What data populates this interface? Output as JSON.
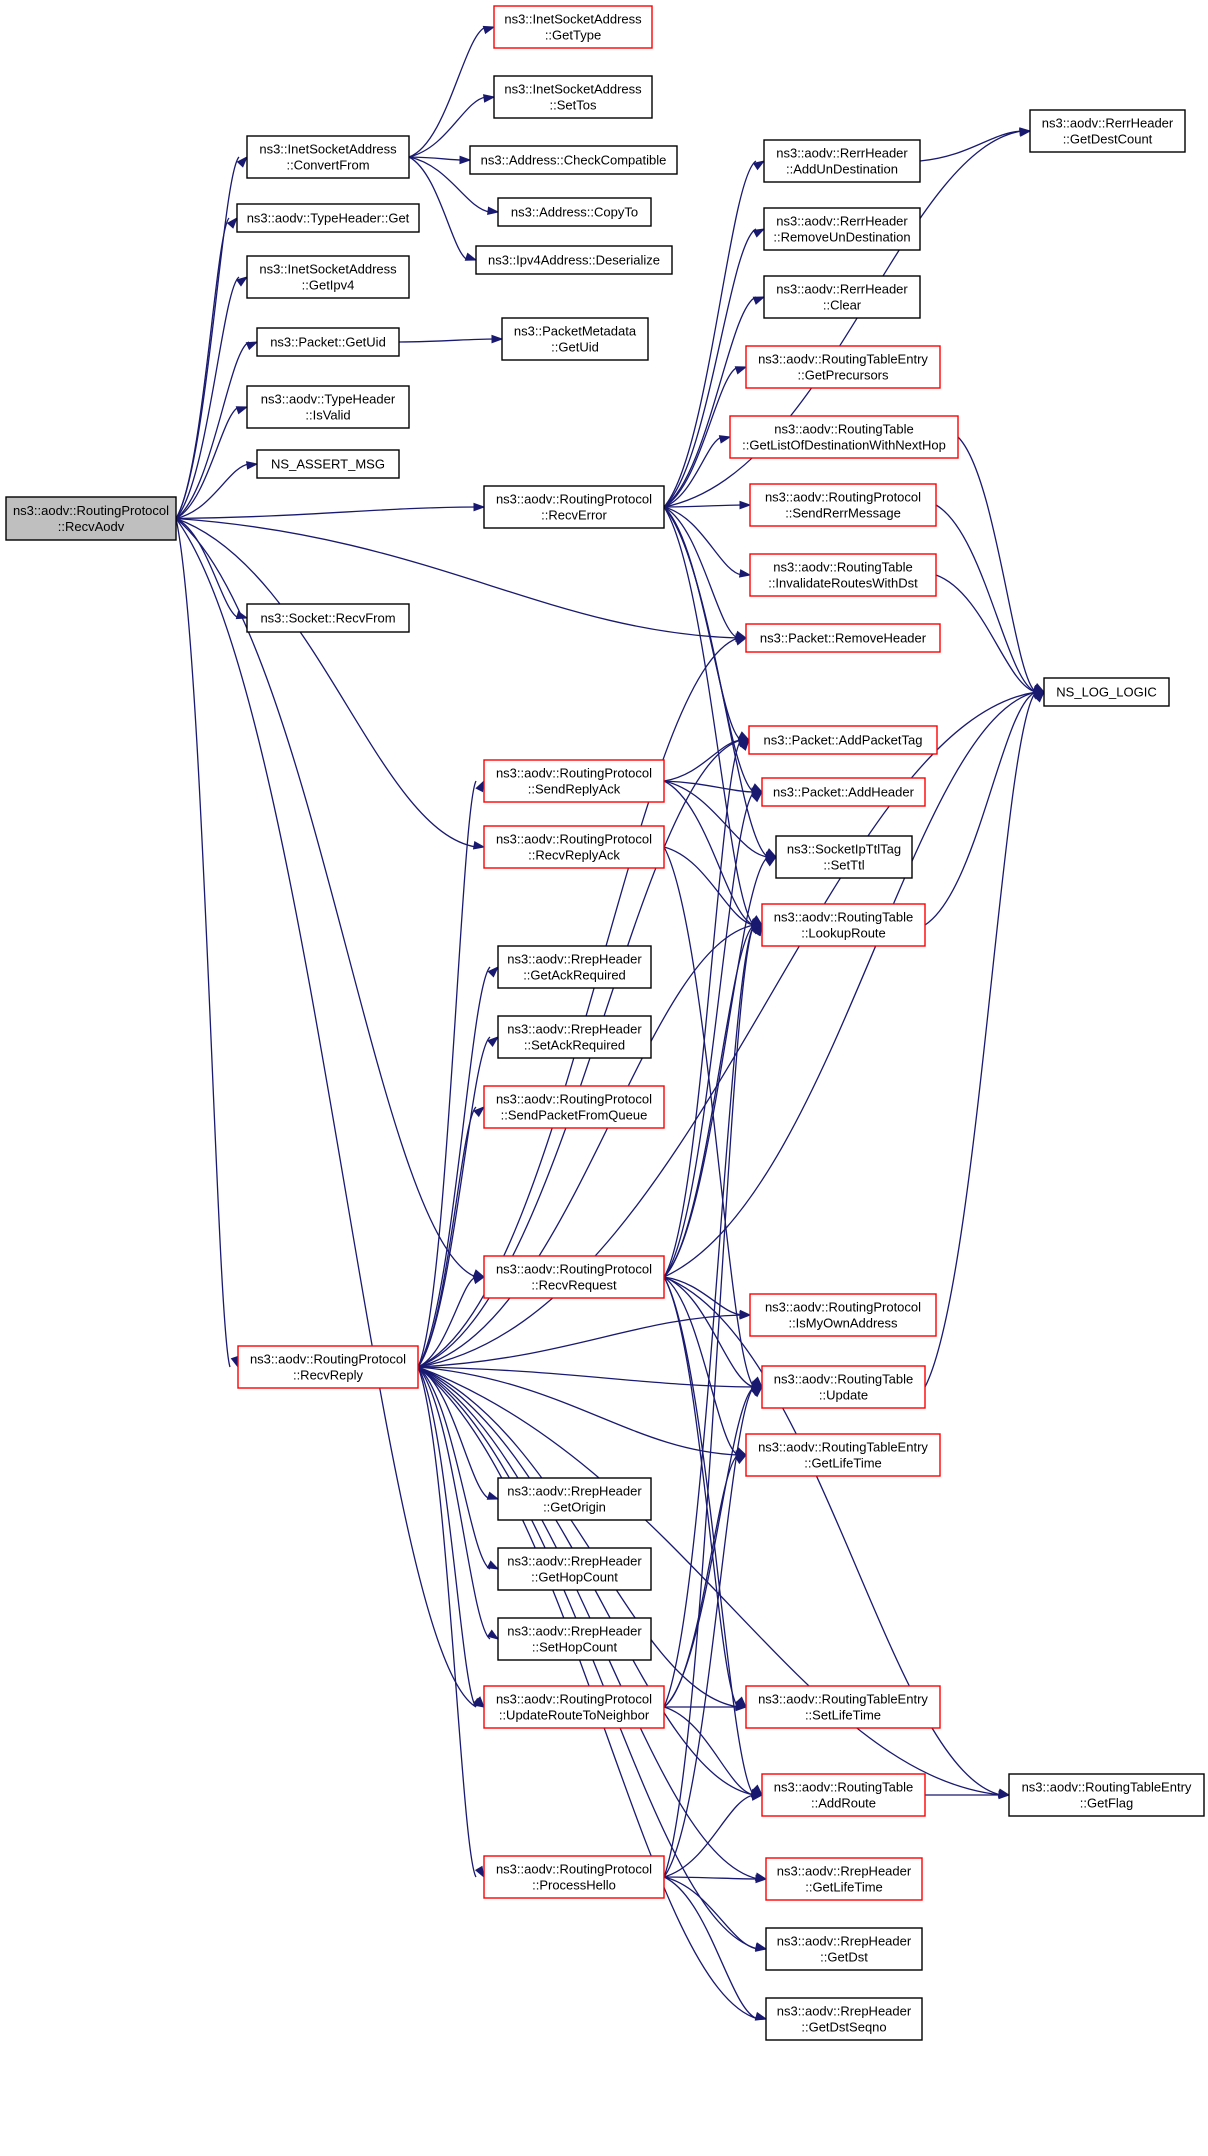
{
  "colors": {
    "edge": "#191970",
    "border_normal": "#000000",
    "border_truncated": "#ff0000",
    "fill_root": "#bfbfbf",
    "fill_normal": "#ffffff"
  },
  "nodes": [
    {
      "id": "recvaodv",
      "lines": [
        "ns3::aodv::RoutingProtocol",
        "::RecvAodv"
      ],
      "style": "root"
    },
    {
      "id": "convertfrom",
      "lines": [
        "ns3::InetSocketAddress",
        "::ConvertFrom"
      ],
      "style": "normal"
    },
    {
      "id": "gettype",
      "lines": [
        "ns3::InetSocketAddress",
        "::GetType"
      ],
      "style": "truncated"
    },
    {
      "id": "settos",
      "lines": [
        "ns3::InetSocketAddress",
        "::SetTos"
      ],
      "style": "normal"
    },
    {
      "id": "checkcompat",
      "lines": [
        "ns3::Address::CheckCompatible"
      ],
      "style": "normal"
    },
    {
      "id": "copyto",
      "lines": [
        "ns3::Address::CopyTo"
      ],
      "style": "normal"
    },
    {
      "id": "deserialize",
      "lines": [
        "ns3::Ipv4Address::Deserialize"
      ],
      "style": "normal"
    },
    {
      "id": "typeheaderget",
      "lines": [
        "ns3::aodv::TypeHeader::Get"
      ],
      "style": "normal"
    },
    {
      "id": "getipv4",
      "lines": [
        "ns3::InetSocketAddress",
        "::GetIpv4"
      ],
      "style": "normal"
    },
    {
      "id": "packetgetuid",
      "lines": [
        "ns3::Packet::GetUid"
      ],
      "style": "normal"
    },
    {
      "id": "metagetuid",
      "lines": [
        "ns3::PacketMetadata",
        "::GetUid"
      ],
      "style": "normal"
    },
    {
      "id": "isvalid",
      "lines": [
        "ns3::aodv::TypeHeader",
        "::IsValid"
      ],
      "style": "normal"
    },
    {
      "id": "nsassert",
      "lines": [
        "NS_ASSERT_MSG"
      ],
      "style": "normal"
    },
    {
      "id": "socketrecvfrom",
      "lines": [
        "ns3::Socket::RecvFrom"
      ],
      "style": "normal"
    },
    {
      "id": "recverror",
      "lines": [
        "ns3::aodv::RoutingProtocol",
        "::RecvError"
      ],
      "style": "normal"
    },
    {
      "id": "addundest",
      "lines": [
        "ns3::aodv::RerrHeader",
        "::AddUnDestination"
      ],
      "style": "normal"
    },
    {
      "id": "getdestcount",
      "lines": [
        "ns3::aodv::RerrHeader",
        "::GetDestCount"
      ],
      "style": "normal"
    },
    {
      "id": "removeundest",
      "lines": [
        "ns3::aodv::RerrHeader",
        "::RemoveUnDestination"
      ],
      "style": "normal"
    },
    {
      "id": "rerrclear",
      "lines": [
        "ns3::aodv::RerrHeader",
        "::Clear"
      ],
      "style": "normal"
    },
    {
      "id": "getprecursors",
      "lines": [
        "ns3::aodv::RoutingTableEntry",
        "::GetPrecursors"
      ],
      "style": "truncated"
    },
    {
      "id": "getlistdest",
      "lines": [
        "ns3::aodv::RoutingTable",
        "::GetListOfDestinationWithNextHop"
      ],
      "style": "truncated"
    },
    {
      "id": "sendrerr",
      "lines": [
        "ns3::aodv::RoutingProtocol",
        "::SendRerrMessage"
      ],
      "style": "truncated"
    },
    {
      "id": "invalidate",
      "lines": [
        "ns3::aodv::RoutingTable",
        "::InvalidateRoutesWithDst"
      ],
      "style": "truncated"
    },
    {
      "id": "removeheader",
      "lines": [
        "ns3::Packet::RemoveHeader"
      ],
      "style": "truncated"
    },
    {
      "id": "nslog",
      "lines": [
        "NS_LOG_LOGIC"
      ],
      "style": "normal"
    },
    {
      "id": "addpackettag",
      "lines": [
        "ns3::Packet::AddPacketTag"
      ],
      "style": "truncated"
    },
    {
      "id": "sendreplyack",
      "lines": [
        "ns3::aodv::RoutingProtocol",
        "::SendReplyAck"
      ],
      "style": "truncated"
    },
    {
      "id": "addheader",
      "lines": [
        "ns3::Packet::AddHeader"
      ],
      "style": "truncated"
    },
    {
      "id": "recvreplyack",
      "lines": [
        "ns3::aodv::RoutingProtocol",
        "::RecvReplyAck"
      ],
      "style": "truncated"
    },
    {
      "id": "setttl",
      "lines": [
        "ns3::SocketIpTtlTag",
        "::SetTtl"
      ],
      "style": "normal"
    },
    {
      "id": "lookuproute",
      "lines": [
        "ns3::aodv::RoutingTable",
        "::LookupRoute"
      ],
      "style": "truncated"
    },
    {
      "id": "getackreq",
      "lines": [
        "ns3::aodv::RrepHeader",
        "::GetAckRequired"
      ],
      "style": "normal"
    },
    {
      "id": "setackreq",
      "lines": [
        "ns3::aodv::RrepHeader",
        "::SetAckRequired"
      ],
      "style": "normal"
    },
    {
      "id": "sendpktqueue",
      "lines": [
        "ns3::aodv::RoutingProtocol",
        "::SendPacketFromQueue"
      ],
      "style": "truncated"
    },
    {
      "id": "recvrequest",
      "lines": [
        "ns3::aodv::RoutingProtocol",
        "::RecvRequest"
      ],
      "style": "truncated"
    },
    {
      "id": "recvreply",
      "lines": [
        "ns3::aodv::RoutingProtocol",
        "::RecvReply"
      ],
      "style": "truncated"
    },
    {
      "id": "ismyown",
      "lines": [
        "ns3::aodv::RoutingProtocol",
        "::IsMyOwnAddress"
      ],
      "style": "truncated"
    },
    {
      "id": "rtupdate",
      "lines": [
        "ns3::aodv::RoutingTable",
        "::Update"
      ],
      "style": "truncated"
    },
    {
      "id": "getlifetime",
      "lines": [
        "ns3::aodv::RoutingTableEntry",
        "::GetLifeTime"
      ],
      "style": "truncated"
    },
    {
      "id": "getorigin",
      "lines": [
        "ns3::aodv::RrepHeader",
        "::GetOrigin"
      ],
      "style": "normal"
    },
    {
      "id": "gethopcount",
      "lines": [
        "ns3::aodv::RrepHeader",
        "::GetHopCount"
      ],
      "style": "normal"
    },
    {
      "id": "sethopcount",
      "lines": [
        "ns3::aodv::RrepHeader",
        "::SetHopCount"
      ],
      "style": "normal"
    },
    {
      "id": "updateneighbor",
      "lines": [
        "ns3::aodv::RoutingProtocol",
        "::UpdateRouteToNeighbor"
      ],
      "style": "truncated"
    },
    {
      "id": "setlifetime",
      "lines": [
        "ns3::aodv::RoutingTableEntry",
        "::SetLifeTime"
      ],
      "style": "truncated"
    },
    {
      "id": "addroute",
      "lines": [
        "ns3::aodv::RoutingTable",
        "::AddRoute"
      ],
      "style": "truncated"
    },
    {
      "id": "getflag",
      "lines": [
        "ns3::aodv::RoutingTableEntry",
        "::GetFlag"
      ],
      "style": "normal"
    },
    {
      "id": "processhello",
      "lines": [
        "ns3::aodv::RoutingProtocol",
        "::ProcessHello"
      ],
      "style": "truncated"
    },
    {
      "id": "rrepgetlifetime",
      "lines": [
        "ns3::aodv::RrepHeader",
        "::GetLifeTime"
      ],
      "style": "truncated"
    },
    {
      "id": "getdst",
      "lines": [
        "ns3::aodv::RrepHeader",
        "::GetDst"
      ],
      "style": "normal"
    },
    {
      "id": "getdstseqno",
      "lines": [
        "ns3::aodv::RrepHeader",
        "::GetDstSeqno"
      ],
      "style": "normal"
    }
  ],
  "edges": [
    [
      "recvaodv",
      "convertfrom"
    ],
    [
      "recvaodv",
      "typeheaderget"
    ],
    [
      "recvaodv",
      "getipv4"
    ],
    [
      "recvaodv",
      "packetgetuid"
    ],
    [
      "recvaodv",
      "isvalid"
    ],
    [
      "recvaodv",
      "nsassert"
    ],
    [
      "recvaodv",
      "recverror"
    ],
    [
      "recvaodv",
      "removeheader"
    ],
    [
      "recvaodv",
      "socketrecvfrom"
    ],
    [
      "recvaodv",
      "recvreplyack"
    ],
    [
      "recvaodv",
      "recvrequest"
    ],
    [
      "recvaodv",
      "recvreply"
    ],
    [
      "recvaodv",
      "updateneighbor"
    ],
    [
      "convertfrom",
      "gettype"
    ],
    [
      "convertfrom",
      "settos"
    ],
    [
      "convertfrom",
      "checkcompat"
    ],
    [
      "convertfrom",
      "copyto"
    ],
    [
      "convertfrom",
      "deserialize"
    ],
    [
      "packetgetuid",
      "metagetuid"
    ],
    [
      "recverror",
      "getdestcount"
    ],
    [
      "recverror",
      "addundest"
    ],
    [
      "recverror",
      "removeundest"
    ],
    [
      "recverror",
      "rerrclear"
    ],
    [
      "recverror",
      "getprecursors"
    ],
    [
      "recverror",
      "getlistdest"
    ],
    [
      "recverror",
      "sendrerr"
    ],
    [
      "recverror",
      "invalidate"
    ],
    [
      "recverror",
      "removeheader"
    ],
    [
      "recverror",
      "addpackettag"
    ],
    [
      "recverror",
      "addheader"
    ],
    [
      "recverror",
      "setttl"
    ],
    [
      "recverror",
      "lookuproute"
    ],
    [
      "addundest",
      "getdestcount"
    ],
    [
      "getlistdest",
      "nslog"
    ],
    [
      "sendrerr",
      "nslog"
    ],
    [
      "invalidate",
      "nslog"
    ],
    [
      "sendreplyack",
      "addpackettag"
    ],
    [
      "sendreplyack",
      "addheader"
    ],
    [
      "sendreplyack",
      "setttl"
    ],
    [
      "sendreplyack",
      "lookuproute"
    ],
    [
      "recvreplyack",
      "lookuproute"
    ],
    [
      "recvreplyack",
      "rtupdate"
    ],
    [
      "lookuproute",
      "nslog"
    ],
    [
      "rtupdate",
      "nslog"
    ],
    [
      "recvrequest",
      "nslog"
    ],
    [
      "recvrequest",
      "getflag"
    ],
    [
      "recvrequest",
      "ismyown"
    ],
    [
      "recvrequest",
      "rtupdate"
    ],
    [
      "recvrequest",
      "getlifetime"
    ],
    [
      "recvrequest",
      "setlifetime"
    ],
    [
      "recvrequest",
      "addroute"
    ],
    [
      "recvrequest",
      "lookuproute"
    ],
    [
      "recvrequest",
      "addheader"
    ],
    [
      "recvrequest",
      "addpackettag"
    ],
    [
      "recvrequest",
      "setttl"
    ],
    [
      "recvreply",
      "removeheader"
    ],
    [
      "recvreply",
      "nslog"
    ],
    [
      "recvreply",
      "addpackettag"
    ],
    [
      "recvreply",
      "sendreplyack"
    ],
    [
      "recvreply",
      "lookuproute"
    ],
    [
      "recvreply",
      "getackreq"
    ],
    [
      "recvreply",
      "setackreq"
    ],
    [
      "recvreply",
      "sendpktqueue"
    ],
    [
      "recvreply",
      "recvrequest"
    ],
    [
      "recvreply",
      "ismyown"
    ],
    [
      "recvreply",
      "rtupdate"
    ],
    [
      "recvreply",
      "getlifetime"
    ],
    [
      "recvreply",
      "getorigin"
    ],
    [
      "recvreply",
      "gethopcount"
    ],
    [
      "recvreply",
      "sethopcount"
    ],
    [
      "recvreply",
      "updateneighbor"
    ],
    [
      "recvreply",
      "setlifetime"
    ],
    [
      "recvreply",
      "addroute"
    ],
    [
      "recvreply",
      "processhello"
    ],
    [
      "recvreply",
      "rrepgetlifetime"
    ],
    [
      "recvreply",
      "getdst"
    ],
    [
      "recvreply",
      "getdstseqno"
    ],
    [
      "recvreply",
      "getflag"
    ],
    [
      "updateneighbor",
      "lookuproute"
    ],
    [
      "updateneighbor",
      "rtupdate"
    ],
    [
      "updateneighbor",
      "getlifetime"
    ],
    [
      "updateneighbor",
      "setlifetime"
    ],
    [
      "updateneighbor",
      "addroute"
    ],
    [
      "addroute",
      "getflag"
    ],
    [
      "processhello",
      "lookuproute"
    ],
    [
      "processhello",
      "rtupdate"
    ],
    [
      "processhello",
      "addroute"
    ],
    [
      "processhello",
      "rrepgetlifetime"
    ],
    [
      "processhello",
      "getdst"
    ],
    [
      "processhello",
      "getdstseqno"
    ]
  ]
}
